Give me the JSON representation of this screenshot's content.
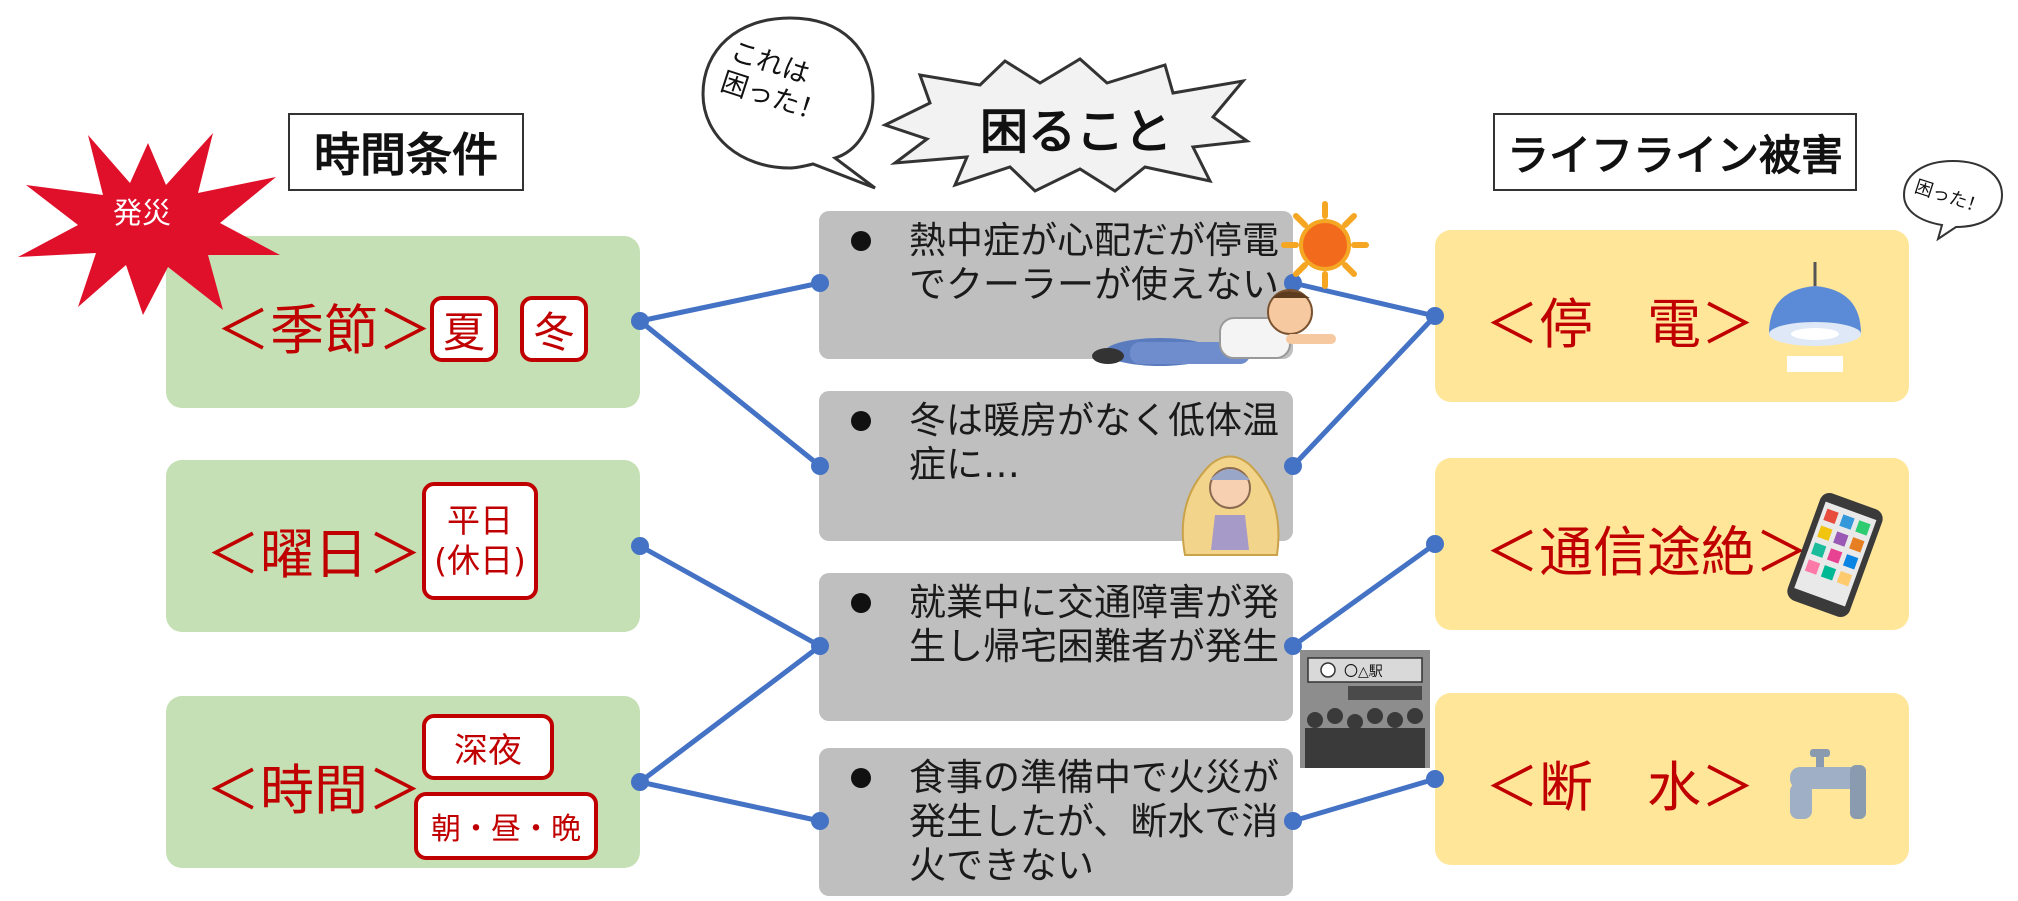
{
  "headers": {
    "time_conditions": "時間条件",
    "troubles": "困ること",
    "lifeline_damage": "ライフライン被害"
  },
  "badges": {
    "disaster": "発災",
    "troubled_bubble": "これは\n困った！",
    "small_bubble": "困った！"
  },
  "conditions": [
    {
      "label": "＜季節＞",
      "tags": [
        "夏",
        "冬"
      ]
    },
    {
      "label": "＜曜日＞",
      "tags": [
        "平日\n(休日)"
      ]
    },
    {
      "label": "＜時間＞",
      "tags": [
        "深夜",
        "朝・昼・晩"
      ]
    }
  ],
  "problems": [
    "熱中症が心配だが停電でクーラーが使えない",
    "冬は暖房がなく低体温症に…",
    "就業中に交通障害が発生し帰宅困難者が発生",
    "食事の準備中で火災が発生したが、断水で消火できない"
  ],
  "lifelines": [
    {
      "label": "＜停　電＞",
      "icon": "ceiling-lamp-icon"
    },
    {
      "label": "＜通信途絶＞",
      "icon": "smartphone-icon"
    },
    {
      "label": "＜断　水＞",
      "icon": "faucet-icon"
    }
  ],
  "station_sign": "〇△駅",
  "colors": {
    "green_box": "#c5e0b4",
    "yellow_box": "#ffe699",
    "gray_box": "#bfbfbf",
    "label_red": "#c00000",
    "burst_red": "#e0102a",
    "connector_blue": "#4472c4"
  }
}
